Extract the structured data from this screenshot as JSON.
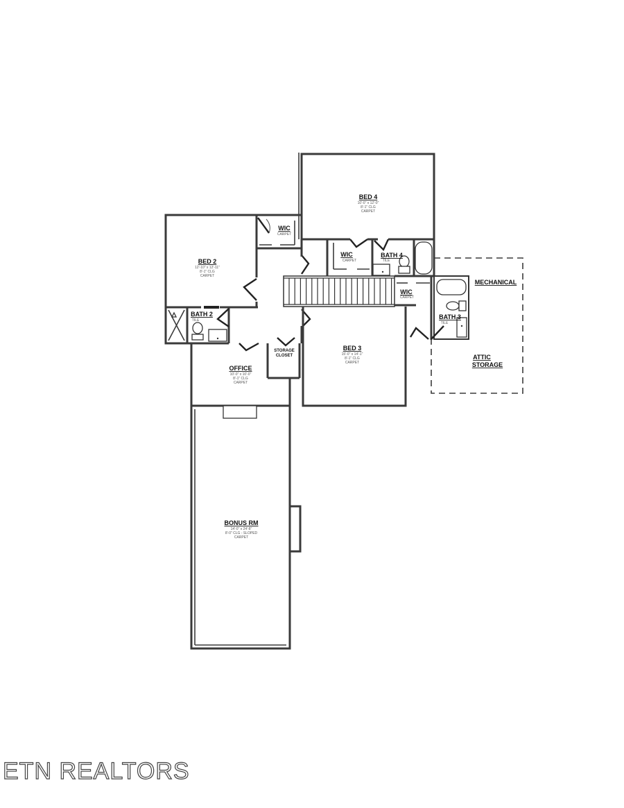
{
  "floorplan": {
    "rooms": {
      "bed4": {
        "name": "BED 4",
        "dims": "10'-0\" x 12'-0\"",
        "ceiling": "8'-1\" CLG",
        "floor": "CARPET"
      },
      "bed2": {
        "name": "BED 2",
        "dims": "12'-10\" x 12'-11\"",
        "ceiling": "8'-1\" CLG",
        "floor": "CARPET"
      },
      "bed3": {
        "name": "BED 3",
        "dims": "15'-0\" x 14'-1\"",
        "ceiling": "8'-1\" CLG",
        "floor": "CARPET"
      },
      "wic_bed2": {
        "name": "WIC",
        "floor": "CARPET"
      },
      "wic_bed4": {
        "name": "WIC",
        "floor": "CARPET"
      },
      "wic_bed3": {
        "name": "WIC",
        "floor": "CARPET"
      },
      "bath2": {
        "name": "BATH 2",
        "floor": "TILE"
      },
      "bath3": {
        "name": "BATH 3",
        "floor": "TILE"
      },
      "bath4": {
        "name": "BATH 4",
        "floor": "TILE"
      },
      "office": {
        "name": "OFFICE",
        "dims": "10'-0\" x 10'-0\"",
        "ceiling": "8'-1\" CLG",
        "floor": "CARPET"
      },
      "storage_closet": {
        "line1": "STORAGE",
        "line2": "CLOSET"
      },
      "bonus": {
        "name": "BONUS RM",
        "dims": "14'-0\" x 24'-8\"",
        "ceiling": "8'-0\" CLG - SLOPED",
        "floor": "CARPET"
      },
      "mechanical": {
        "name": "MECHANICAL"
      },
      "attic": {
        "line1": "ATTIC",
        "line2": "STORAGE"
      }
    }
  },
  "watermark": {
    "text": "ETN REALTORS"
  }
}
